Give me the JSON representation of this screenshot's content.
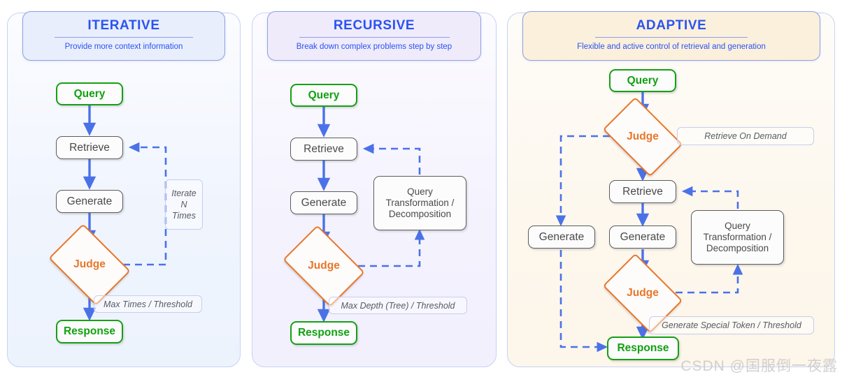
{
  "panels": [
    {
      "id": "iterative",
      "title": "ITERATIVE",
      "subtitle": "Provide more context information",
      "accent": "#2b53f0",
      "background": "#eff4fd",
      "nodes": [
        {
          "name": "query",
          "label": "Query",
          "style": "green"
        },
        {
          "name": "retrieve",
          "label": "Retrieve",
          "style": "plain"
        },
        {
          "name": "generate",
          "label": "Generate",
          "style": "plain"
        },
        {
          "name": "judge",
          "label": "Judge",
          "style": "diamond"
        },
        {
          "name": "response",
          "label": "Response",
          "style": "green"
        }
      ],
      "labels": [
        {
          "name": "iterate-n-times",
          "text": "Iterate N Times"
        },
        {
          "name": "max-times-threshold",
          "text": "Max Times / Threshold"
        }
      ]
    },
    {
      "id": "recursive",
      "title": "RECURSIVE",
      "subtitle": "Break down complex problems step by step",
      "accent": "#2b53f0",
      "background": "#f4f2fd",
      "nodes": [
        {
          "name": "query",
          "label": "Query",
          "style": "green"
        },
        {
          "name": "retrieve",
          "label": "Retrieve",
          "style": "plain"
        },
        {
          "name": "generate",
          "label": "Generate",
          "style": "plain"
        },
        {
          "name": "judge",
          "label": "Judge",
          "style": "diamond"
        },
        {
          "name": "response",
          "label": "Response",
          "style": "green"
        },
        {
          "name": "query-transformation",
          "label": "Query Transformation / Decomposition",
          "style": "multi"
        }
      ],
      "labels": [
        {
          "name": "max-depth-threshold",
          "text": "Max Depth (Tree) / Threshold"
        }
      ]
    },
    {
      "id": "adaptive",
      "title": "ADAPTIVE",
      "subtitle": "Flexible and  active control of retrieval and generation",
      "accent": "#2b53f0",
      "background": "#fdf7ed",
      "nodes": [
        {
          "name": "query",
          "label": "Query",
          "style": "green"
        },
        {
          "name": "judge-top",
          "label": "Judge",
          "style": "diamond"
        },
        {
          "name": "retrieve",
          "label": "Retrieve",
          "style": "plain"
        },
        {
          "name": "generate-left",
          "label": "Generate",
          "style": "plain"
        },
        {
          "name": "generate-center",
          "label": "Generate",
          "style": "plain"
        },
        {
          "name": "judge-bottom",
          "label": "Judge",
          "style": "diamond"
        },
        {
          "name": "response",
          "label": "Response",
          "style": "green"
        },
        {
          "name": "query-transformation",
          "label": "Query Transformation / Decomposition",
          "style": "multi"
        }
      ],
      "labels": [
        {
          "name": "retrieve-on-demand",
          "text": "Retrieve On  Demand"
        },
        {
          "name": "generate-special-token",
          "text": "Generate Special Token / Threshold"
        }
      ]
    }
  ],
  "node_text": {
    "query": "Query",
    "retrieve": "Retrieve",
    "generate": "Generate",
    "judge": "Judge",
    "response": "Response",
    "query_transformation_line1": "Query",
    "query_transformation_line2": "Transformation /",
    "query_transformation_line3": "Decomposition"
  },
  "annotations": {
    "iterate_line1": "Iterate",
    "iterate_line2": "N",
    "iterate_line3": "Times",
    "max_times_threshold": "Max Times / Threshold",
    "max_depth_threshold": "Max Depth (Tree) / Threshold",
    "retrieve_on_demand": "Retrieve On  Demand",
    "generate_special_token": "Generate Special Token / Threshold"
  },
  "colors": {
    "arrow_solid": "#4a72e8",
    "arrow_dashed": "#4a72e8",
    "node_green": "#16a016",
    "node_orange": "#e8762a",
    "node_gray": "#5c5c5c",
    "header_text": "#2b53f0"
  },
  "watermark": "CSDN @国服倒一夜露"
}
